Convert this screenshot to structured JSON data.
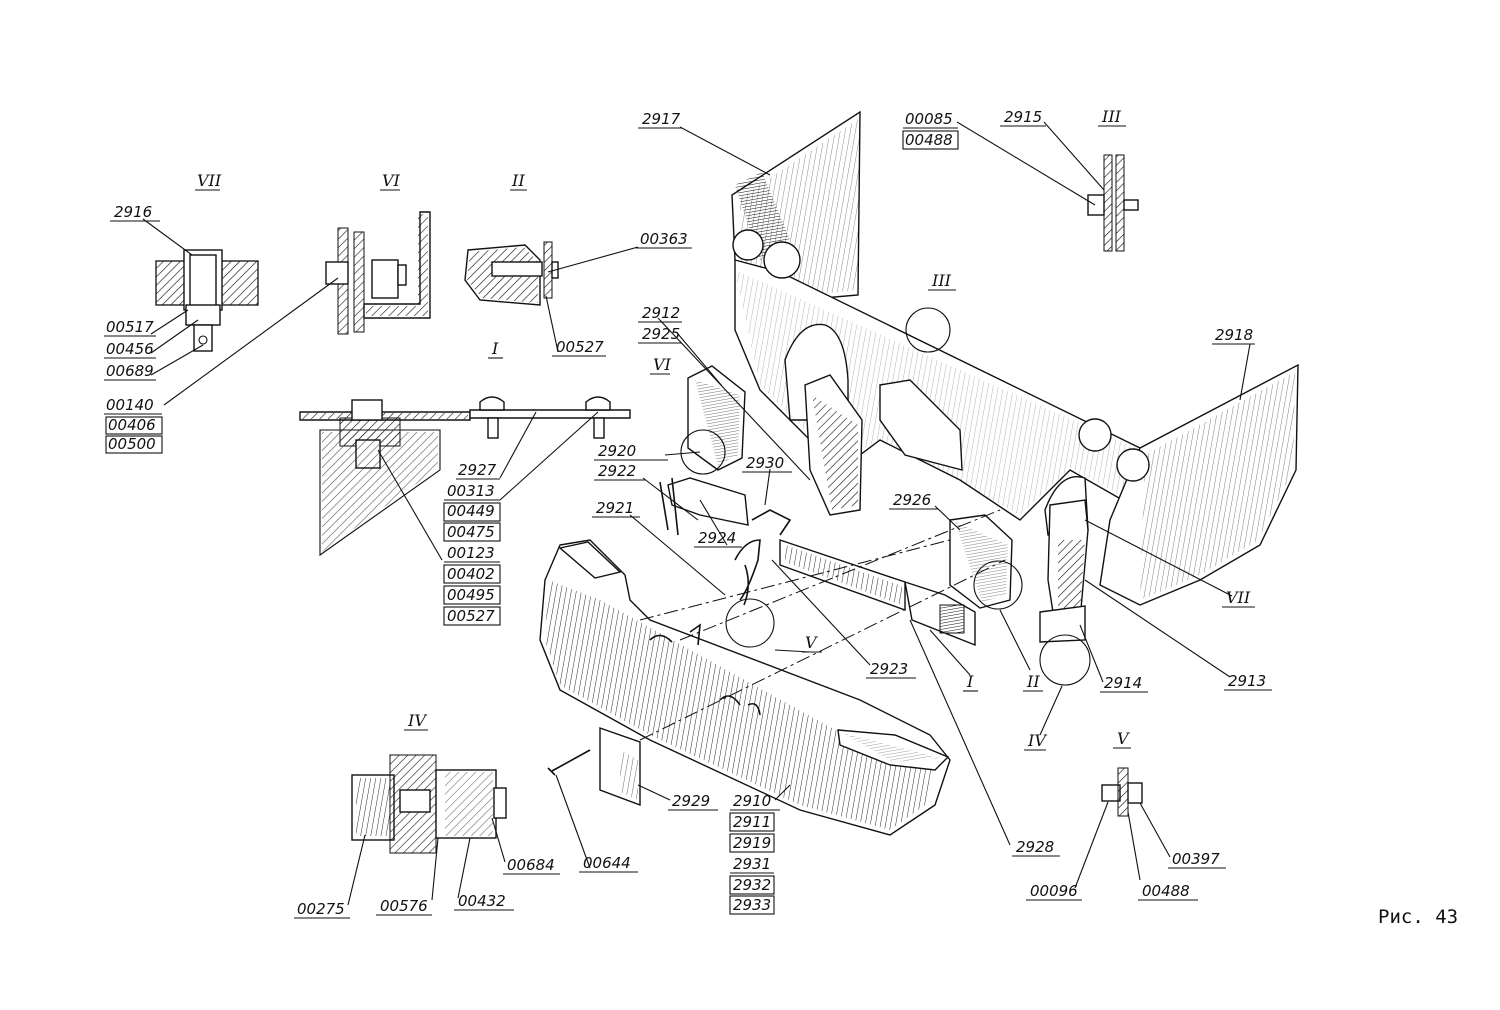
{
  "figure_caption": "Рис. 43",
  "views": {
    "I": "I",
    "II": "II",
    "III": "III",
    "IV": "IV",
    "V": "V",
    "VI": "VI",
    "VII": "VII"
  },
  "callouts": {
    "vii_stack": [
      "00517",
      "00456",
      "00689"
    ],
    "vii_top": "2916",
    "vi_stack": [
      "00140",
      "00406",
      "00500"
    ],
    "ii_top": "00363",
    "ii_bottom": "00527",
    "i_mid_stack": [
      "2927",
      "00313",
      "00449",
      "00475",
      "00123",
      "00402",
      "00495",
      "00527"
    ],
    "iii_stack": [
      "00085",
      "00488"
    ],
    "iii_top": "2915",
    "p2917": "2917",
    "p2918": "2918",
    "p2912": "2912",
    "p2925": "2925",
    "p2920": "2920",
    "p2922": "2922",
    "p2930": "2930",
    "p2924": "2924",
    "p2921": "2921",
    "p2926": "2926",
    "p2923": "2923",
    "p2913": "2913",
    "p2914": "2914",
    "p2928": "2928",
    "p2929": "2929",
    "bumper_stack": [
      "2910",
      "2911",
      "2919",
      "2931",
      "2932",
      "2933"
    ],
    "iv_left": "00275",
    "iv_mid": "00576",
    "iv_right1": "00432",
    "iv_right2": "00684",
    "screw": "00644",
    "v_left": "00096",
    "v_mid": "00488",
    "v_right": "00397"
  }
}
